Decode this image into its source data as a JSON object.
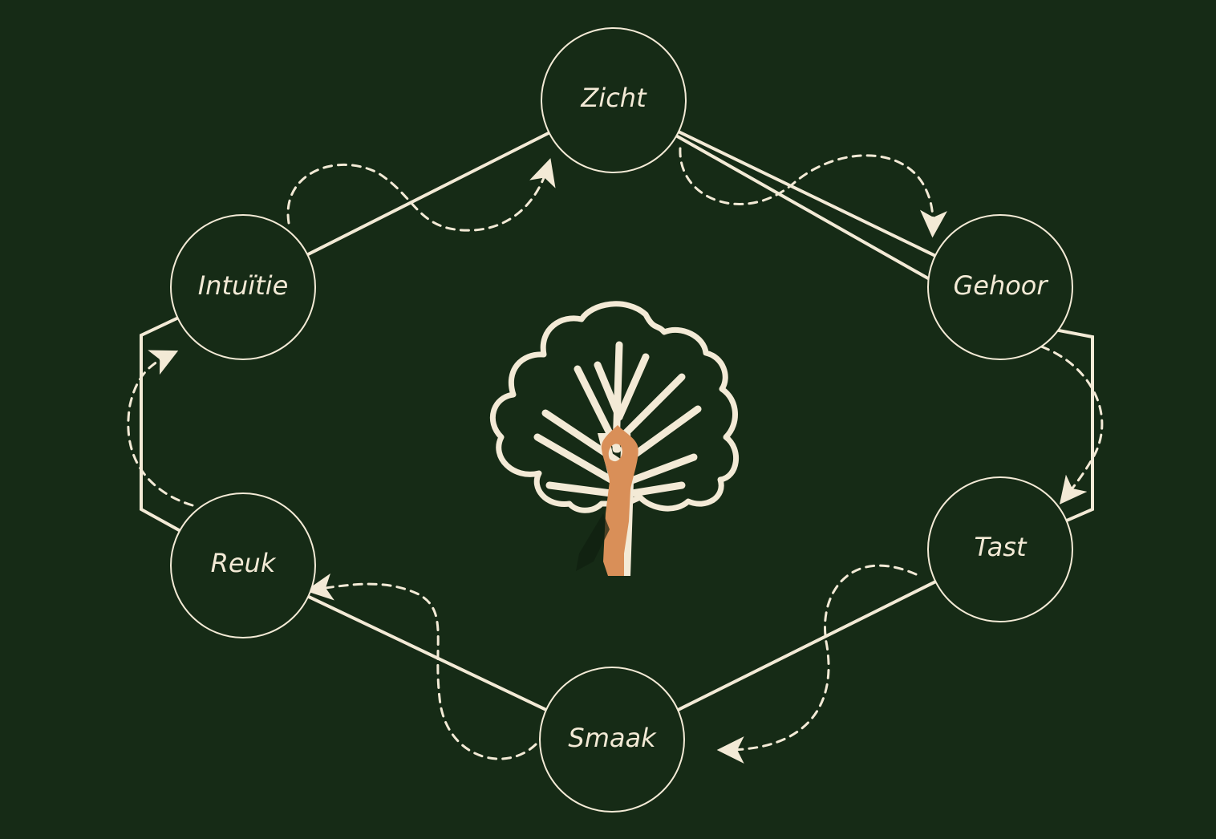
{
  "colors": {
    "background": "#162b16",
    "line": "#f3ead6",
    "figure": "#d98f58"
  },
  "center_icon": "tree-with-person-icon",
  "nodes": [
    {
      "id": "zicht",
      "label": "Zicht"
    },
    {
      "id": "gehoor",
      "label": "Gehoor"
    },
    {
      "id": "tast",
      "label": "Tast"
    },
    {
      "id": "smaak",
      "label": "Smaak"
    },
    {
      "id": "reuk",
      "label": "Reuk"
    },
    {
      "id": "intuitie",
      "label": "Intuïtie"
    }
  ]
}
